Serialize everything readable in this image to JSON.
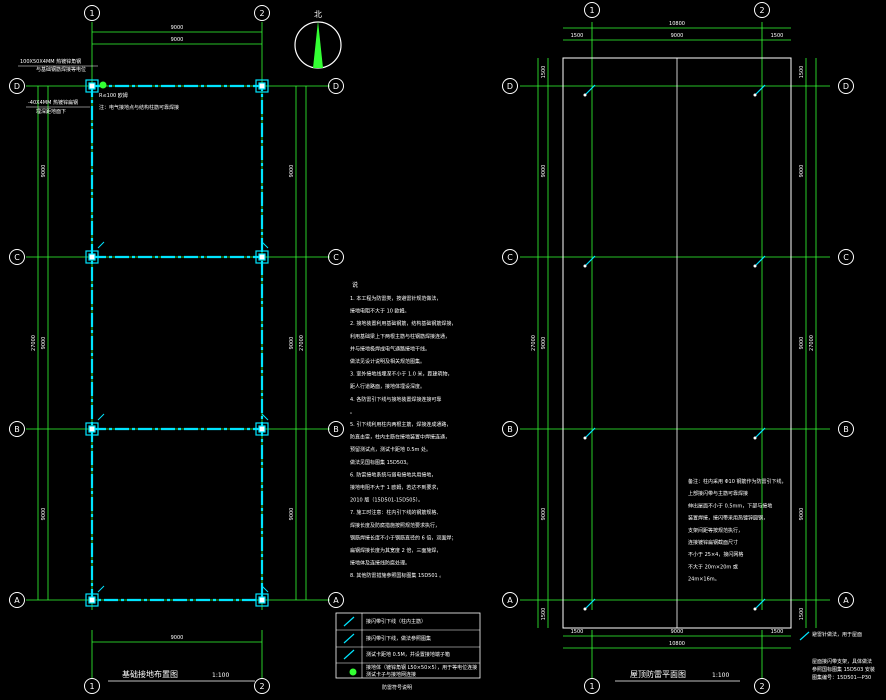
{
  "axes": {
    "columns": [
      "1",
      "2"
    ],
    "rows": [
      "D",
      "C",
      "B",
      "A"
    ]
  },
  "north_label": "北",
  "left_plan": {
    "title": "基础接地布置图",
    "scale": "1:100",
    "dim_top_total": "9000",
    "dim_top_inner": "9000",
    "dim_bottom": "9000",
    "dim_bay": "9000",
    "dim_total_side": "27000",
    "label_ground_bar": "100X50X4MM 热镀锌角钢",
    "label_ground_bar_2": "与基础钢筋焊接等电位",
    "label_flat_bar": "-40X4MM 热镀锌扁钢",
    "label_flat_bar_2": "埋深距地面下",
    "label_rc": "R≤100 欧姆",
    "label_test": "注：电气接地点与结构柱筋可靠焊接"
  },
  "right_plan": {
    "title": "屋顶防雷平面图",
    "scale": "1:100",
    "dim_top_total": "10800",
    "dim_top_mid": "9000",
    "dim_edge": "1500",
    "dim_bay": "9000",
    "dim_total_side": "27000"
  },
  "notes": {
    "heading": "说",
    "lines": [
      "1. 本工程为防雷类，按避雷针规范做法，",
      "   接地电阻不大于 10 欧姆。",
      "2. 接地装置利用基础钢筋，结构基础钢筋焊接，",
      "   利用基础梁上下两根主筋与柱钢筋焊接连通，",
      "   并与接地极焊成电气通路接地干线。",
      "   做法见设计说明及相关规范图集。",
      "3. 室外接地线埋深不小于 1.0 米，距建筑物，",
      "   距人行道路面，接地体埋设深度。",
      "4. 各防雷引下线与接地装置焊接连接可靠",
      "   。",
      "5. 引下线利用柱内两根主筋，焊接连成通路，",
      "   防直击雷，柱内主筋在接地装置中焊接连通，",
      "   预留测试点，测试卡距地 0.5m 处。",
      "   做法见国标图集 15D503。",
      "6. 防雷接地系统与弱电接地共用接地，",
      "   接地电阻不大于 1 欧姆，若达不到要求，",
      "   2010 版（15D501-15D505）。",
      "7. 施工时注意：柱内引下线的钢筋规格、",
      "   焊接长度及防腐措施按照规范要求执行，",
      "   钢筋焊接长度不小于钢筋直径的 6 倍，双面焊；",
      "   扁钢焊接长度为其宽度 2 倍，三面施焊，",
      "   接地体及连接线防腐处理。",
      "8. 其他防雷措施参照国标图集 15D501 。"
    ]
  },
  "legend": {
    "items": [
      "接闪带引下线（柱内主筋）",
      "接闪带引下线，做法参照图集",
      "测试卡距地 0.5M，并设置接地端子箱",
      "接地体（镀锌角钢 L50×50×5），用于等电位连接",
      "测试卡子与接地网连接"
    ],
    "title": "防雷符号说明"
  },
  "roof_note": {
    "lines": [
      "备注：柱内采用 Φ10 钢筋作为防雷引下线，",
      "上部接闪带与主筋可靠焊接",
      "伸出屋面不小于 0.5mm，下部与接地",
      "装置焊接，接闪带采用热镀锌圆钢，",
      "支架间距等按规范执行，",
      "连接镀锌扁钢截面尺寸",
      "不小于 25×4，接闪网格",
      "不大于 20m×20m 或",
      "24m×16m。"
    ]
  },
  "roof_legend": {
    "label": "避雷针做法，用于屋面",
    "lines": [
      "屋面接闪带支架，具体做法",
      "参照国标图集 15D503 安装",
      "图集编号：15D501—P30"
    ]
  }
}
